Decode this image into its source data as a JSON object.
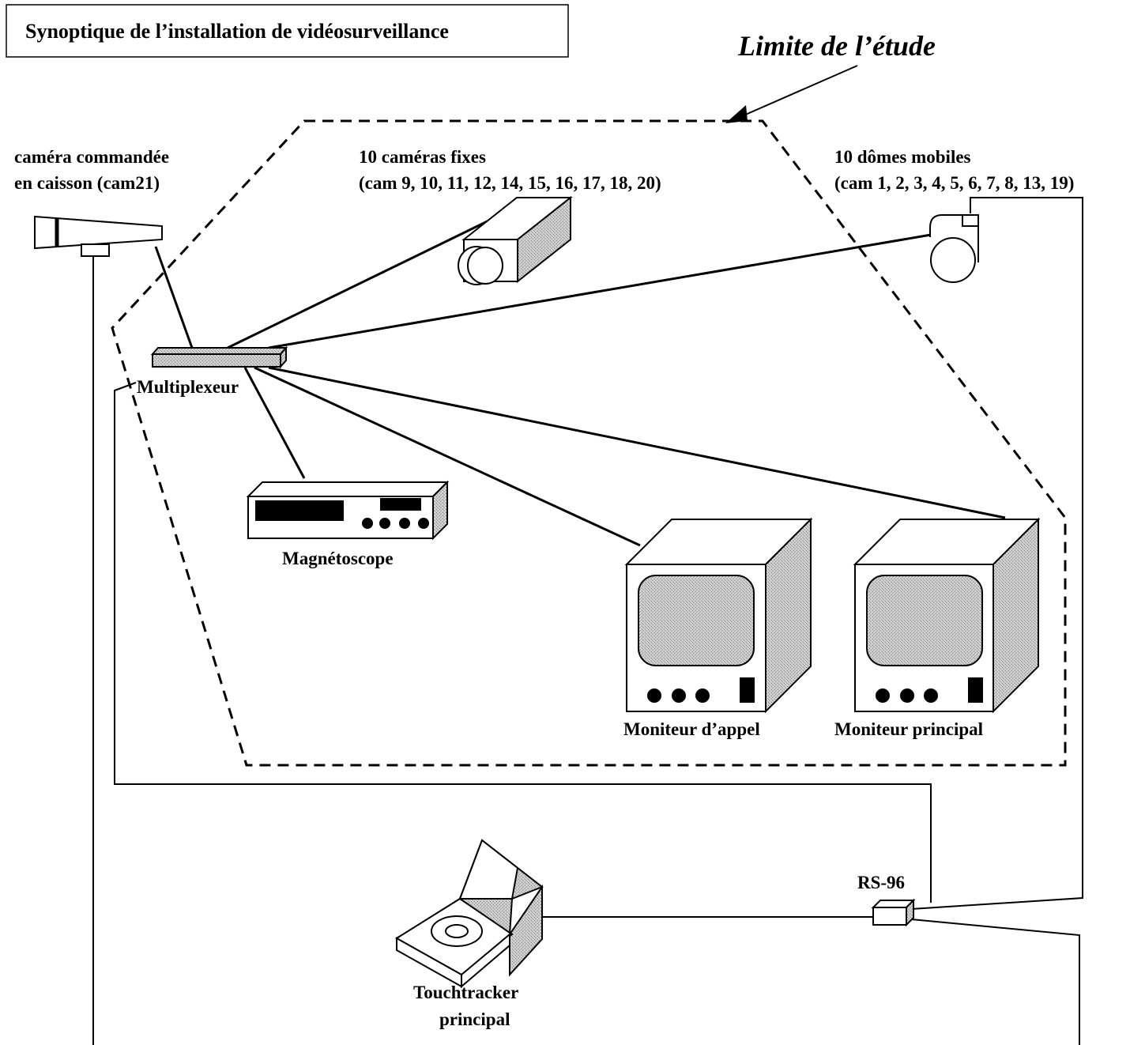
{
  "title": "Synoptique de l’installation de vidéosurveillance",
  "limit_label": "Limite de l’étude",
  "camera_controlled": {
    "line1": "caméra commandée",
    "line2": "en caisson (cam21)"
  },
  "fixed_cameras": {
    "line1": "10 caméras fixes",
    "line2": "(cam 9, 10, 11, 12, 14, 15, 16, 17, 18, 20)"
  },
  "mobile_domes": {
    "line1": "10 dômes mobiles",
    "line2": "(cam 1, 2, 3, 4, 5, 6, 7, 8, 13, 19)"
  },
  "multiplexer": "Multiplexeur",
  "vcr": "Magnétoscope",
  "monitor_call": "Moniteur d’appel",
  "monitor_main": "Moniteur principal",
  "rs96": "RS-96",
  "touchtracker": {
    "line1": "Touchtracker",
    "line2": "principal"
  }
}
